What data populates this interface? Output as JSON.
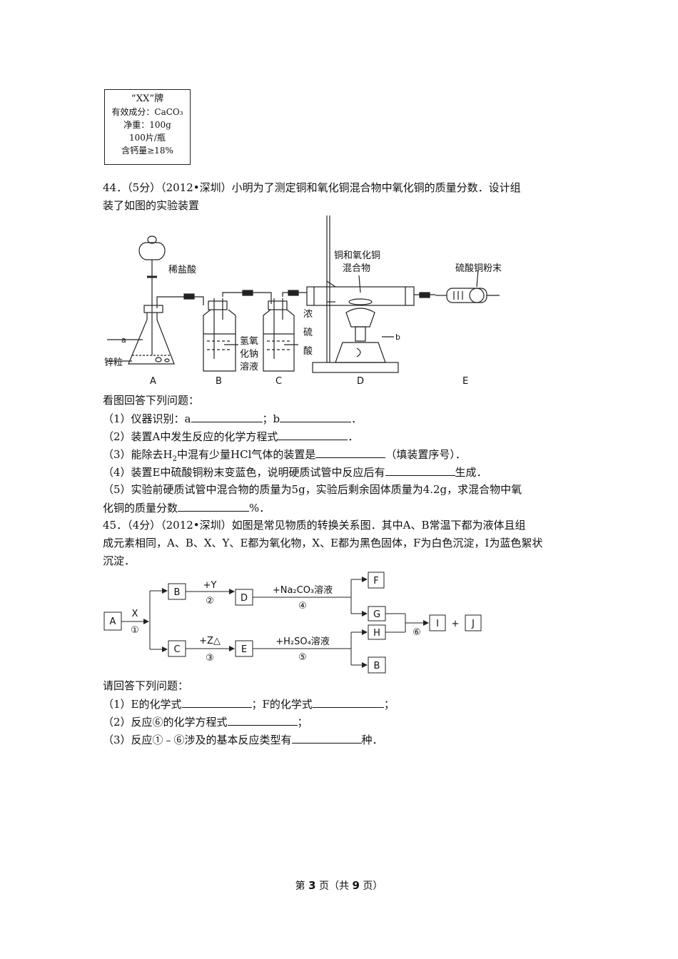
{
  "label": {
    "brand": "“XX”牌",
    "ingredient": "有效成分：CaCO₃",
    "net_weight": "净重：100g",
    "count": "100片/瓶",
    "calcium": "含钙量≥18%"
  },
  "q44": {
    "intro_line1": "44．（5分）（2012•深圳）小明为了测定铜和氧化铜混合物中氧化铜的质量分数．设计组",
    "intro_line2": "装了如图的实验装置",
    "apparatus": {
      "hcl": "稀盐酸",
      "mixture_1": "铜和氧化铜",
      "mixture_2": "混合物",
      "cuso4": "硫酸铜粉末",
      "naoh_1": "氢氧",
      "naoh_2": "化钠",
      "naoh_3": "溶液",
      "h2so4_1": "浓",
      "h2so4_2": "硫",
      "h2so4_3": "酸",
      "zinc": "锌粒",
      "a": "a",
      "b": "b",
      "labels": [
        "A",
        "B",
        "C",
        "D",
        "E"
      ]
    },
    "prompt": "看图回答下列问题：",
    "q1_pre": "（1）仪器识别：a",
    "q1_mid": "；b",
    "q1_end": "．",
    "q2_pre": "（2）装置A中发生反应的化学方程式",
    "q2_end": "．",
    "q3_pre": "（3）能除去H",
    "q3_sub": "2",
    "q3_mid": "中混有少量HCl气体的装置是",
    "q3_end": "（填装置序号）．",
    "q4_pre": "（4）装置E中硫酸铜粉末变蓝色，说明硬质试管中反应后有",
    "q4_end": "生成．",
    "q5_line1": "（5）实验前硬质试管中混合物的质量为5g，实验后剩余固体质量为4.2g，求混合物中氧",
    "q5_pre": "化铜的质量分数",
    "q5_end": "%．"
  },
  "q45": {
    "intro_line1": "45．（4分）（2012•深圳）如图是常见物质的转换关系图．其中A、B常温下都为液体且组",
    "intro_line2": "成元素相同，A、B、X、Y、E都为氧化物，X、E都为黑色固体，F为白色沉淀，I为蓝色絮状",
    "intro_line3": "沉淀．",
    "diagram": {
      "A": "A",
      "B": "B",
      "C": "C",
      "D": "D",
      "E": "E",
      "F": "F",
      "G": "G",
      "H": "H",
      "I": "I",
      "J": "J",
      "B2": "B",
      "x": "X",
      "r1": "①",
      "plus_y": "+Y",
      "r2": "②",
      "plus_z": "+Z△",
      "r3": "③",
      "na2co3": "+Na₂CO₃溶液",
      "r4": "④",
      "h2so4": "+H₂SO₄溶液",
      "r5": "⑤",
      "r6": "⑥",
      "plus": "+"
    },
    "prompt": "请回答下列问题：",
    "q1_pre": "（1）E的化学式",
    "q1_mid": "；F的化学式",
    "q1_end": "；",
    "q2_pre": "（2）反应⑥的化学方程式",
    "q2_end": "；",
    "q3_pre": "（3）反应①﹣⑥涉及的基本反应类型有",
    "q3_end": "种．"
  },
  "footer": {
    "pre": "第 ",
    "page": "3",
    "mid": " 页（共 ",
    "total": "9",
    "post": " 页）"
  }
}
